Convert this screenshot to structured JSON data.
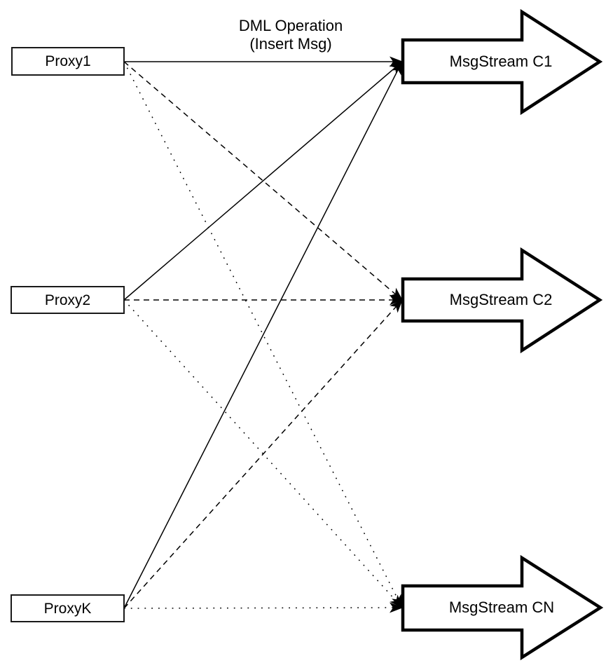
{
  "diagram": {
    "annotation": {
      "line1": "DML Operation",
      "line2": "(Insert Msg)"
    },
    "proxies": [
      {
        "id": "proxy1",
        "label": "Proxy1"
      },
      {
        "id": "proxy2",
        "label": "Proxy2"
      },
      {
        "id": "proxyk",
        "label": "ProxyK"
      }
    ],
    "streams": [
      {
        "id": "c1",
        "label": "MsgStream C1"
      },
      {
        "id": "c2",
        "label": "MsgStream C2"
      },
      {
        "id": "cn",
        "label": "MsgStream CN"
      }
    ],
    "edges": [
      {
        "from": "proxy1",
        "to": "c1",
        "style": "solid"
      },
      {
        "from": "proxy2",
        "to": "c1",
        "style": "solid"
      },
      {
        "from": "proxyk",
        "to": "c1",
        "style": "solid"
      },
      {
        "from": "proxy1",
        "to": "c2",
        "style": "dashed"
      },
      {
        "from": "proxy2",
        "to": "c2",
        "style": "dashed"
      },
      {
        "from": "proxyk",
        "to": "c2",
        "style": "dashed"
      },
      {
        "from": "proxy1",
        "to": "cn",
        "style": "dotted"
      },
      {
        "from": "proxy2",
        "to": "cn",
        "style": "dotted"
      },
      {
        "from": "proxyk",
        "to": "cn",
        "style": "dotted"
      }
    ],
    "legend_hint": {
      "solid": "to MsgStream C1",
      "dashed": "to MsgStream C2",
      "dotted": "to MsgStream CN"
    },
    "colors": {
      "ink": "#000000",
      "background": "#ffffff",
      "box_border": "#1a1a1a"
    }
  }
}
